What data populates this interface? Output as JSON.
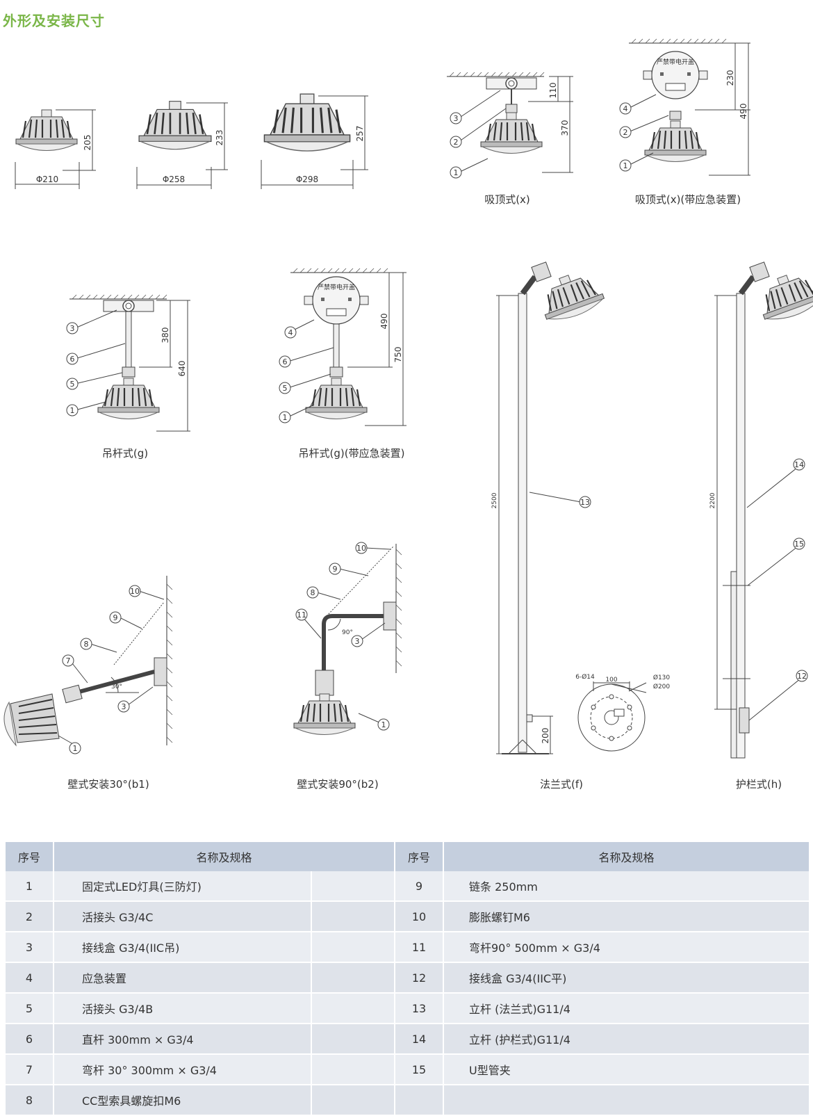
{
  "heading": "外形及安装尺寸",
  "dims": {
    "d210": "Φ210",
    "h205": "205",
    "d258": "Φ258",
    "h233": "233",
    "d298": "Φ298",
    "h257": "257",
    "x_110": "110",
    "x_370": "370",
    "xe_230": "230",
    "xe_490": "490",
    "g_380": "380",
    "g_640": "640",
    "ge_490": "490",
    "ge_750": "750",
    "f_2500": "2500",
    "f_200": "200",
    "h_2200": "2200",
    "b1_angle": "30°",
    "b2_angle": "90°",
    "flange_holes": "6-Ø14",
    "flange_100": "100",
    "flange_130": "Ø130",
    "flange_200": "Ø200"
  },
  "box_label": "严禁带电开盖",
  "captions": {
    "x": "吸顶式(x)",
    "xe": "吸顶式(x)(带应急装置)",
    "g": "吊杆式(g)",
    "ge": "吊杆式(g)(带应急装置)",
    "f": "法兰式(f)",
    "h": "护栏式(h)",
    "b1": "壁式安装30°(b1)",
    "b2": "壁式安装90°(b2)"
  },
  "callouts": {
    "c1": "1",
    "c2": "2",
    "c3": "3",
    "c4": "4",
    "c5": "5",
    "c6": "6",
    "c7": "7",
    "c8": "8",
    "c9": "9",
    "c10": "10",
    "c11": "11",
    "c12": "12",
    "c13": "13",
    "c14": "14",
    "c15": "15"
  },
  "table": {
    "headers": [
      "序号",
      "名称及规格",
      "序号",
      "名称及规格"
    ],
    "rows": [
      {
        "n1": "1",
        "s1": "固定式LED灯具(三防灯)",
        "n2": "9",
        "s2": "链条 250mm"
      },
      {
        "n1": "2",
        "s1": "活接头 G3/4C",
        "n2": "10",
        "s2": "膨胀螺钉M6"
      },
      {
        "n1": "3",
        "s1": "接线盒 G3/4(IIC吊)",
        "n2": "11",
        "s2": "弯杆90° 500mm × G3/4"
      },
      {
        "n1": "4",
        "s1": "应急装置",
        "n2": "12",
        "s2": "接线盒 G3/4(IIC平)"
      },
      {
        "n1": "5",
        "s1": "活接头  G3/4B",
        "n2": "13",
        "s2": "立杆 (法兰式)G11/4"
      },
      {
        "n1": "6",
        "s1": "直杆 300mm × G3/4",
        "n2": "14",
        "s2": "立杆 (护栏式)G11/4"
      },
      {
        "n1": "7",
        "s1": "弯杆 30°  300mm × G3/4",
        "n2": "15",
        "s2": "U型管夹"
      },
      {
        "n1": "8",
        "s1": "CC型索具螺旋扣M6",
        "n2": "",
        "s2": ""
      }
    ]
  }
}
